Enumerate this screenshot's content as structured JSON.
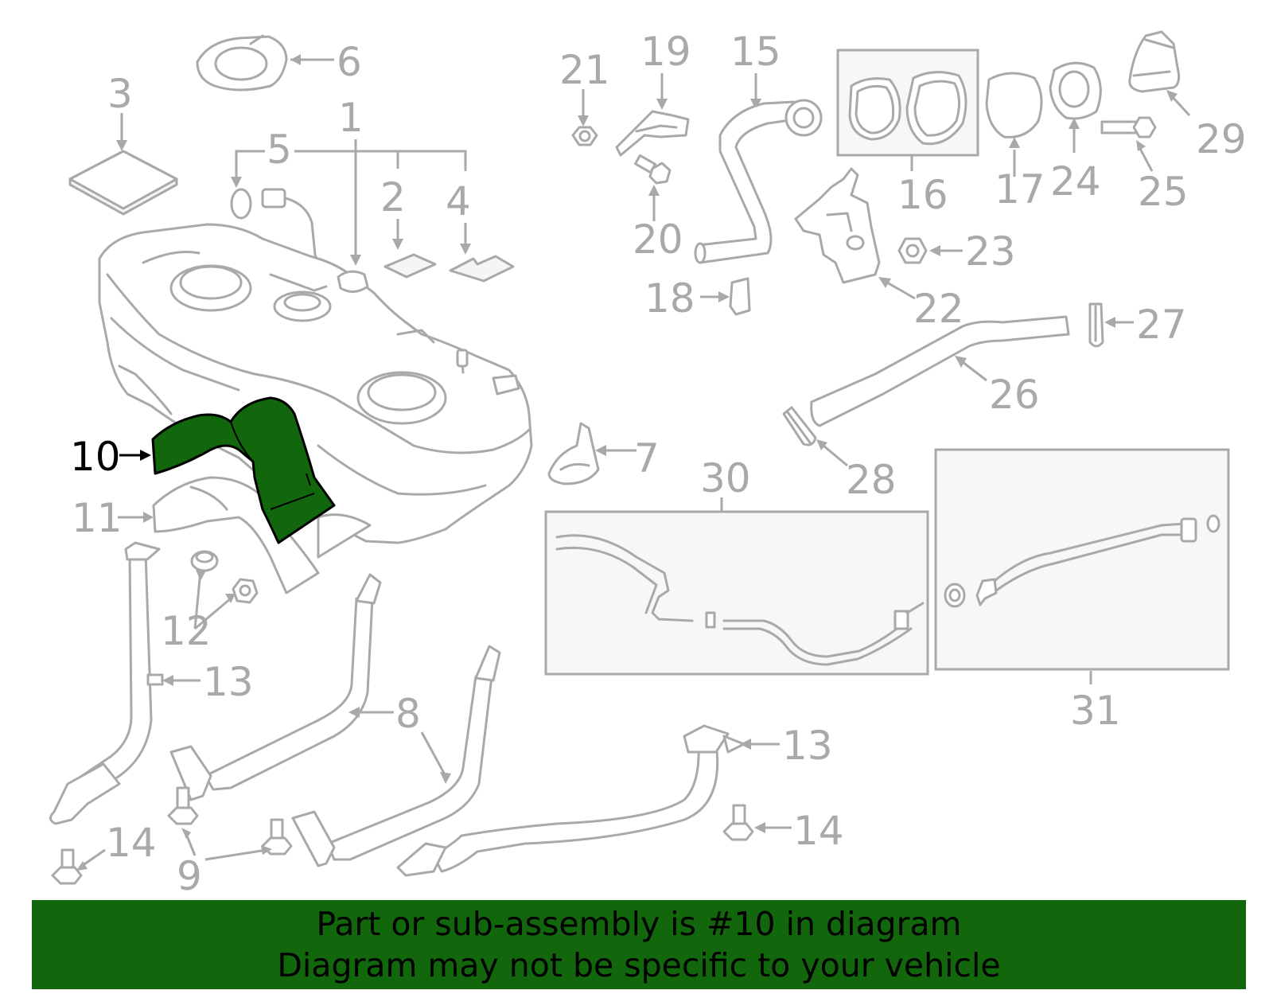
{
  "colors": {
    "highlight": "#12660c",
    "parts": "#a9a9a9",
    "banner": "#12660c"
  },
  "callouts": {
    "c1": "1",
    "c2": "2",
    "c3": "3",
    "c4": "4",
    "c5": "5",
    "c6": "6",
    "c7": "7",
    "c8": "8",
    "c9": "9",
    "c10": "10",
    "c11": "11",
    "c12": "12",
    "c13a": "13",
    "c13b": "13",
    "c14a": "14",
    "c14b": "14",
    "c15": "15",
    "c16": "16",
    "c17": "17",
    "c18": "18",
    "c19": "19",
    "c20": "20",
    "c21": "21",
    "c22": "22",
    "c23": "23",
    "c24": "24",
    "c25": "25",
    "c26": "26",
    "c27": "27",
    "c28": "28",
    "c29": "29",
    "c30": "30",
    "c31": "31"
  },
  "highlighted_part": "10",
  "banner": {
    "line1": "Part or sub-assembly is #10 in diagram",
    "line2": "Diagram may not be specific to your vehicle"
  }
}
